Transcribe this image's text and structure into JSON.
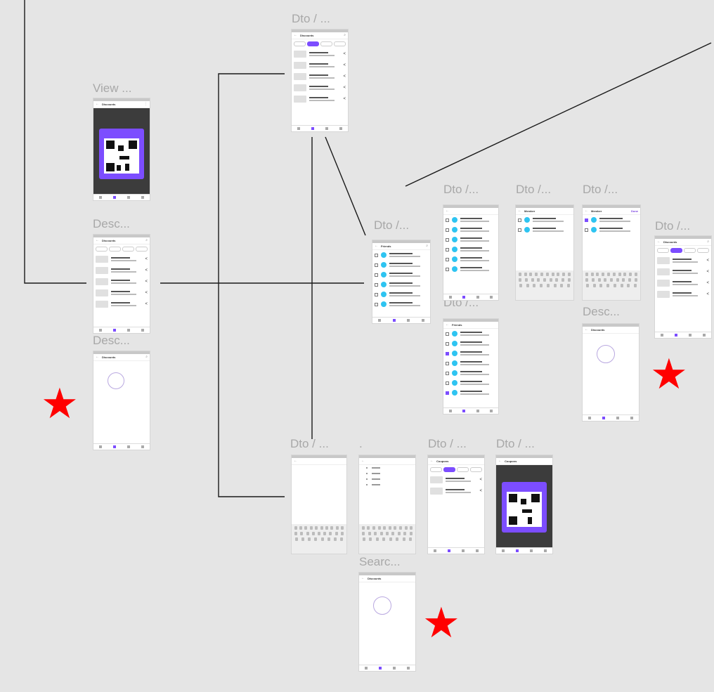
{
  "canvas": {
    "background": "#e5e5e5"
  },
  "frames": [
    {
      "key": "dto_top",
      "title": "Dto / ..."
    },
    {
      "key": "view",
      "title": "View ..."
    },
    {
      "key": "desc_a",
      "title": "Desc..."
    },
    {
      "key": "desc_b",
      "title": "Desc..."
    },
    {
      "key": "dto_friends",
      "title": "Dto  /..."
    },
    {
      "key": "dto_search_list",
      "title": "Dto  /..."
    },
    {
      "key": "dto_member1",
      "title": "Dto  /..."
    },
    {
      "key": "dto_member2",
      "title": "Dto  /..."
    },
    {
      "key": "dto_right",
      "title": "Dto  /..."
    },
    {
      "key": "dto_friends2",
      "title": "Dto  /..."
    },
    {
      "key": "desc_right",
      "title": "Desc..."
    },
    {
      "key": "dto_bl",
      "title": "Dto / ..."
    },
    {
      "key": "dot",
      "title": "."
    },
    {
      "key": "dto_bm",
      "title": "Dto / ..."
    },
    {
      "key": "dto_br",
      "title": "Dto / ..."
    },
    {
      "key": "search",
      "title": "Searc..."
    }
  ],
  "screens": {
    "discounts": "Discounts",
    "friends": "Friends",
    "member": "Member",
    "member_action": "Done",
    "coupons": "Coupons"
  },
  "accent": "#7c4dff",
  "avatar_color": "#2ec4f1",
  "annotation_color": "#ff0000",
  "stars": [
    "★",
    "★",
    "★"
  ]
}
